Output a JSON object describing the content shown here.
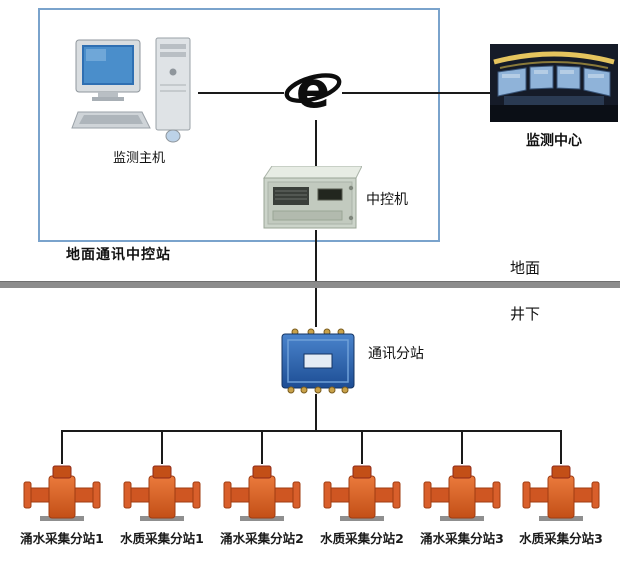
{
  "diagram": {
    "title_area": {
      "station_label": "地面通讯中控站",
      "host_label": "监测主机",
      "center_label": "监测中心",
      "control_machine_label": "中控机"
    },
    "divider": {
      "surface_label": "地面",
      "underground_label": "井下"
    },
    "substation_label": "通讯分站",
    "devices": [
      {
        "label": "涌水采集分站1"
      },
      {
        "label": "水质采集分站1"
      },
      {
        "label": "涌水采集分站2"
      },
      {
        "label": "水质采集分站2"
      },
      {
        "label": "涌水采集分站3"
      },
      {
        "label": "水质采集分站3"
      }
    ],
    "colors": {
      "box_border": "#7aa3cc",
      "divider_gray": "#8c8c8c",
      "device_orange": "#d95f2b",
      "junction_blue": "#2b5fa8",
      "line_black": "#1a1a1a"
    }
  }
}
